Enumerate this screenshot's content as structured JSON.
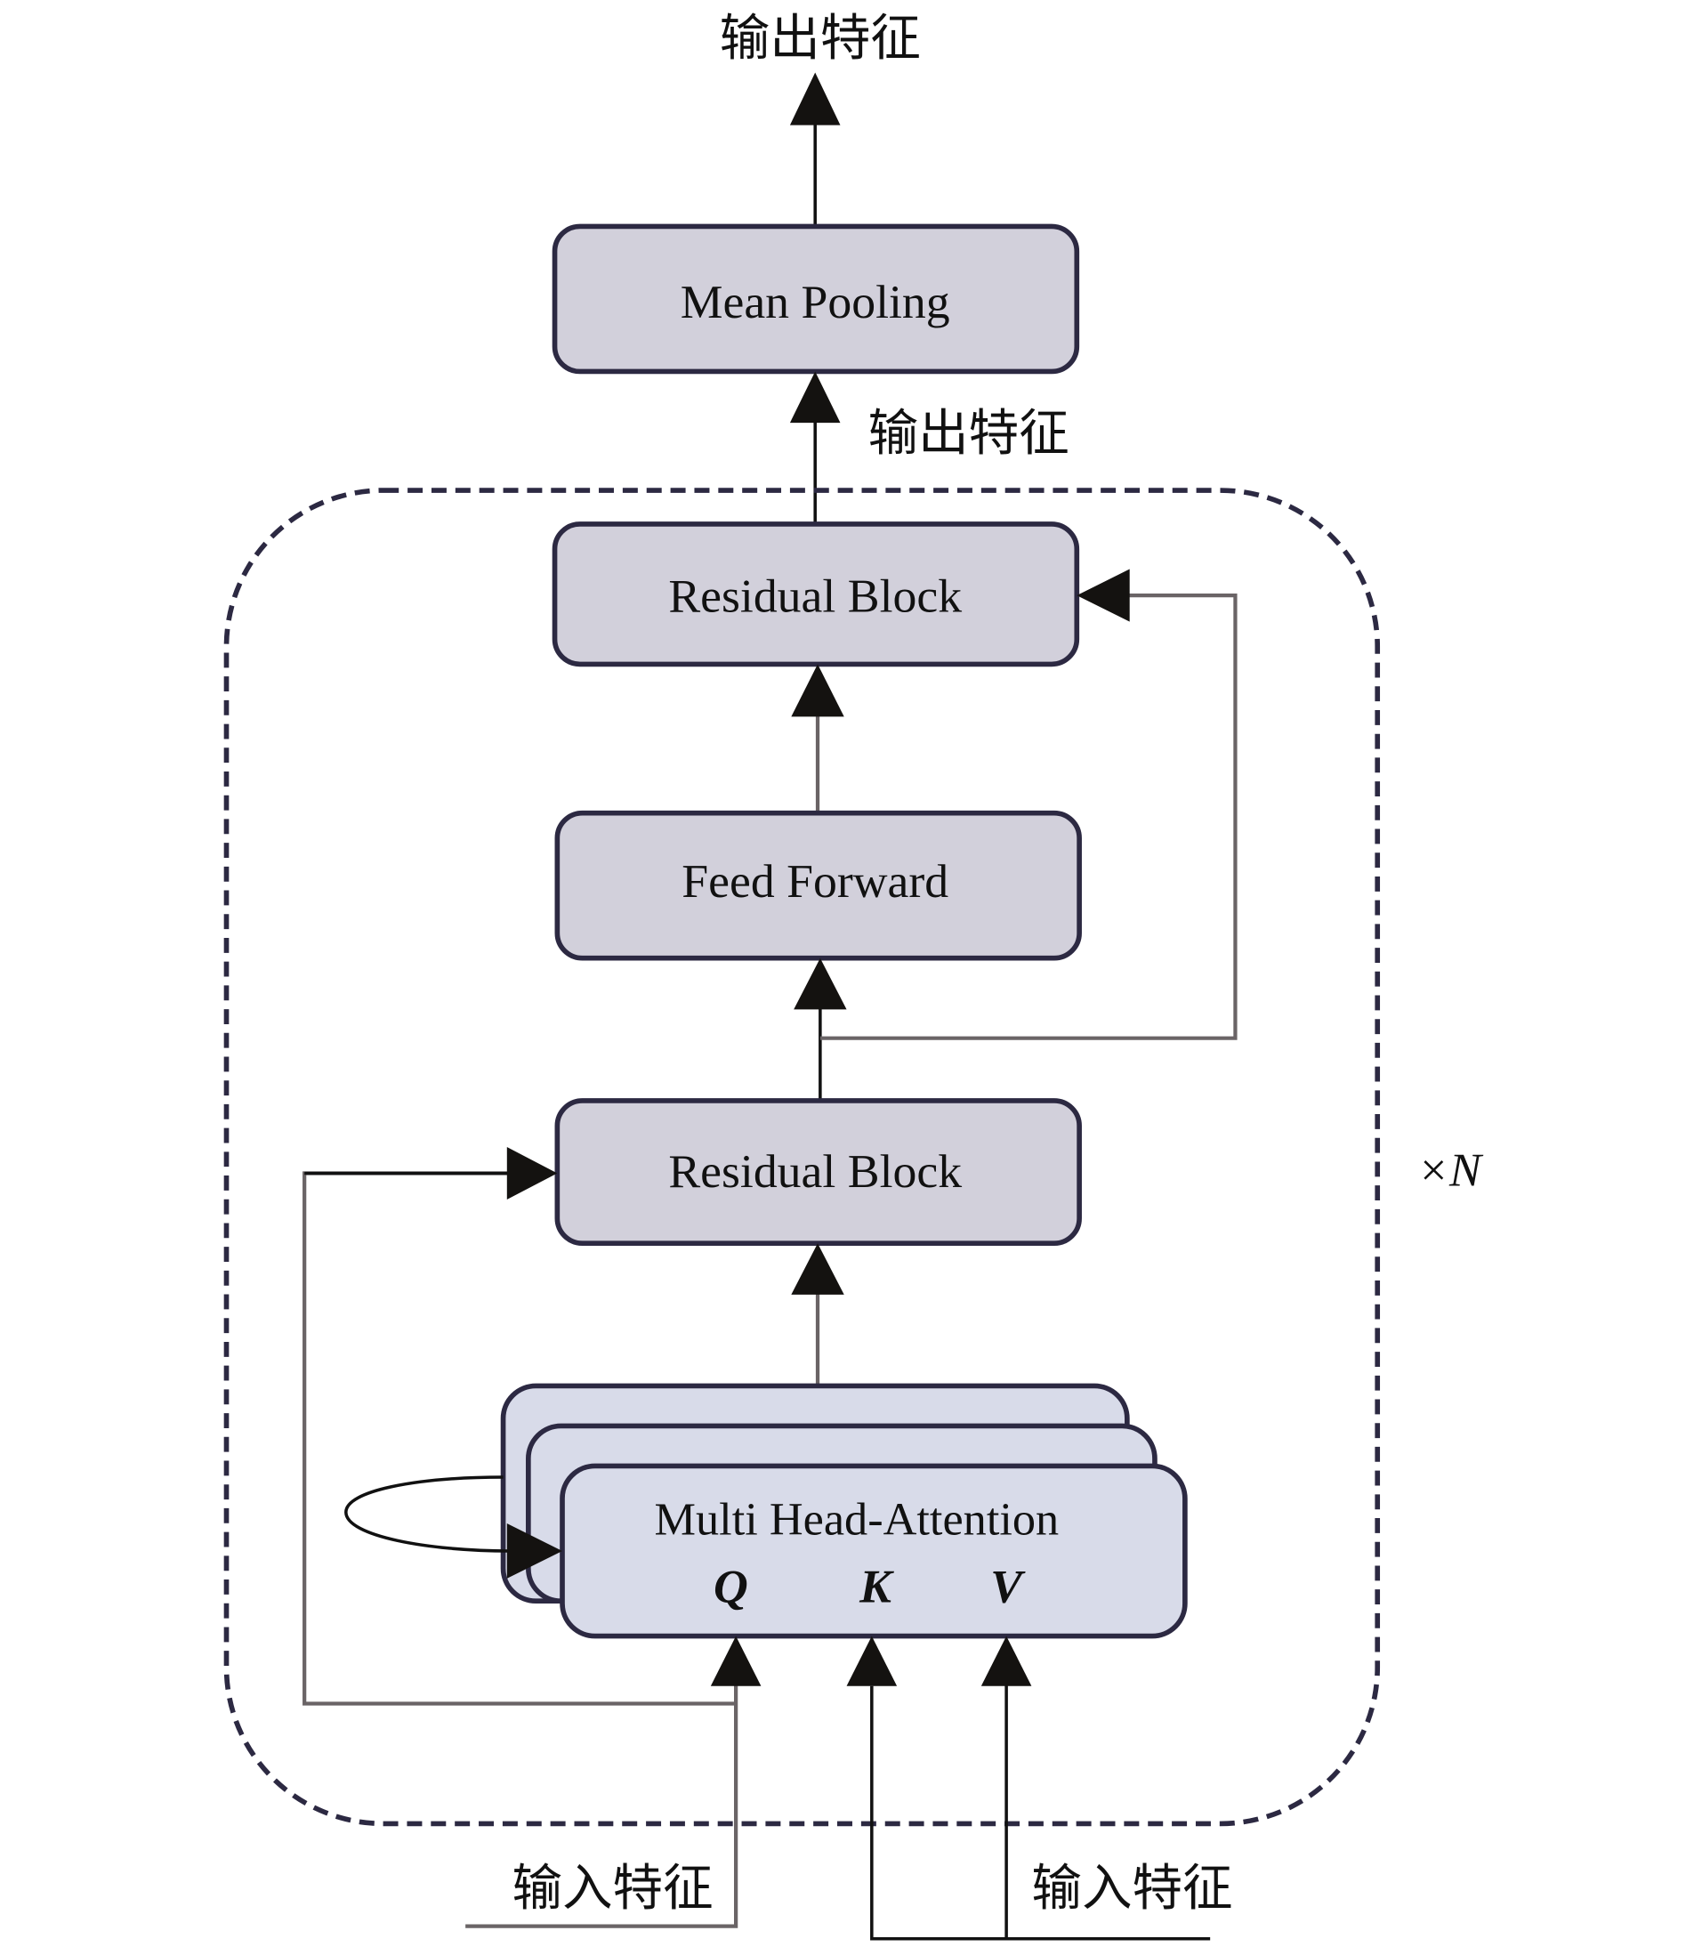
{
  "diagram": {
    "title": "Transformer encoder block with mean pooling",
    "output_label_top": "输出特征",
    "output_label_mid": "输出特征",
    "input_label_left": "输入特征",
    "input_label_right": "输入特征",
    "repeat_label": "×N",
    "blocks": {
      "mean_pooling": "Mean Pooling",
      "residual_top": "Residual Block",
      "feed_forward": "Feed Forward",
      "residual_bottom": "Residual Block",
      "attention": "Multi Head-Attention"
    },
    "attention_inputs": {
      "q": "Q",
      "k": "K",
      "v": "V"
    },
    "colors": {
      "block_fill": "#d2d0db",
      "attention_fill": "#d8dbe9",
      "border": "#2c2942"
    }
  }
}
